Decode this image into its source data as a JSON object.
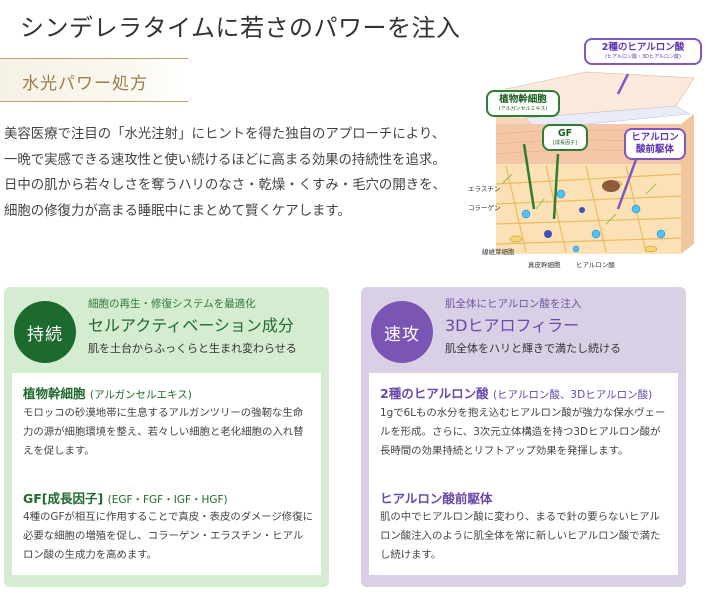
{
  "headline": "シンデレラタイムに若さのパワーを注入",
  "section": {
    "title": "水光パワー処方"
  },
  "intro": "美容医療で注目の「水光注射」にヒントを得た独自のアプローチにより、一晩で実感できる速攻性と使い続けるほどに高まる効果の持続性を追求。日中の肌から若々しさを奪うハリのなさ・乾燥・くすみ・毛穴の開きを、細胞の修復力が高まる睡眠中にまとめて賢くケアします。",
  "illustration": {
    "callouts": {
      "stem": {
        "title": "植物幹細胞",
        "sub": "(アルガンセルエキス)"
      },
      "gf": {
        "title": "GF",
        "sub": "[成長因子]"
      },
      "ha2": {
        "title": "2種のヒアルロン酸",
        "sub": "(ヒアルロン酸・3Dヒアルロン酸)"
      },
      "precursor": {
        "title": "ヒアルロン酸前駆体"
      }
    },
    "labels": {
      "elastin": "エラスチン",
      "collagen": "コラーゲン",
      "fibroblast": "線維芽細胞",
      "mesenchymal": "真皮幹細胞",
      "hyaluronic": "ヒアルロン酸"
    },
    "colors": {
      "green": "#2e7d32",
      "purple": "#7e57c2",
      "skin": "#f3c9a6"
    }
  },
  "panels": {
    "left": {
      "badge": "持続",
      "kicker": "細胞の再生・修復システムを最適化",
      "title": "セルアクティベーション成分",
      "tagline": "肌を土台からふっくらと生まれ変わらせる",
      "items": [
        {
          "head": "植物幹細胞",
          "note": "(アルガンセルエキス)",
          "body": "モロッコの砂漠地帯に生息するアルガンツリーの強靭な生命力の源が細胞環境を整え、若々しい細胞と老化細胞の入れ替えを促します。"
        },
        {
          "head": "GF[成長因子]",
          "note": "(EGF・FGF・IGF・HGF)",
          "body": "4種のGFが相互に作用することで真皮・表皮のダメージ修復に必要な細胞の増殖を促し、コラーゲン・エラスチン・ヒアルロン酸の生成力を高めます。"
        }
      ]
    },
    "right": {
      "badge": "速攻",
      "kicker": "肌全体にヒアルロン酸を注入",
      "title": "3Dヒアロフィラー",
      "tagline": "肌全体をハリと輝きで満たし続ける",
      "items": [
        {
          "head": "2種のヒアルロン酸",
          "note": "(ヒアルロン酸、3Dヒアルロン酸)",
          "body": "1gで6Lもの水分を抱え込むヒアルロン酸が強力な保水ヴェールを形成。さらに、3次元立体構造を持つ3Dヒアルロン酸が長時間の効果持続とリフトアップ効果を発揮します。"
        },
        {
          "head": "ヒアルロン酸前駆体",
          "note": "",
          "body": "肌の中でヒアルロン酸に変わり、まるで針の要らないヒアルロン酸注入のように肌全体を常に新しいヒアルロン酸で満たし続けます。"
        }
      ]
    }
  }
}
